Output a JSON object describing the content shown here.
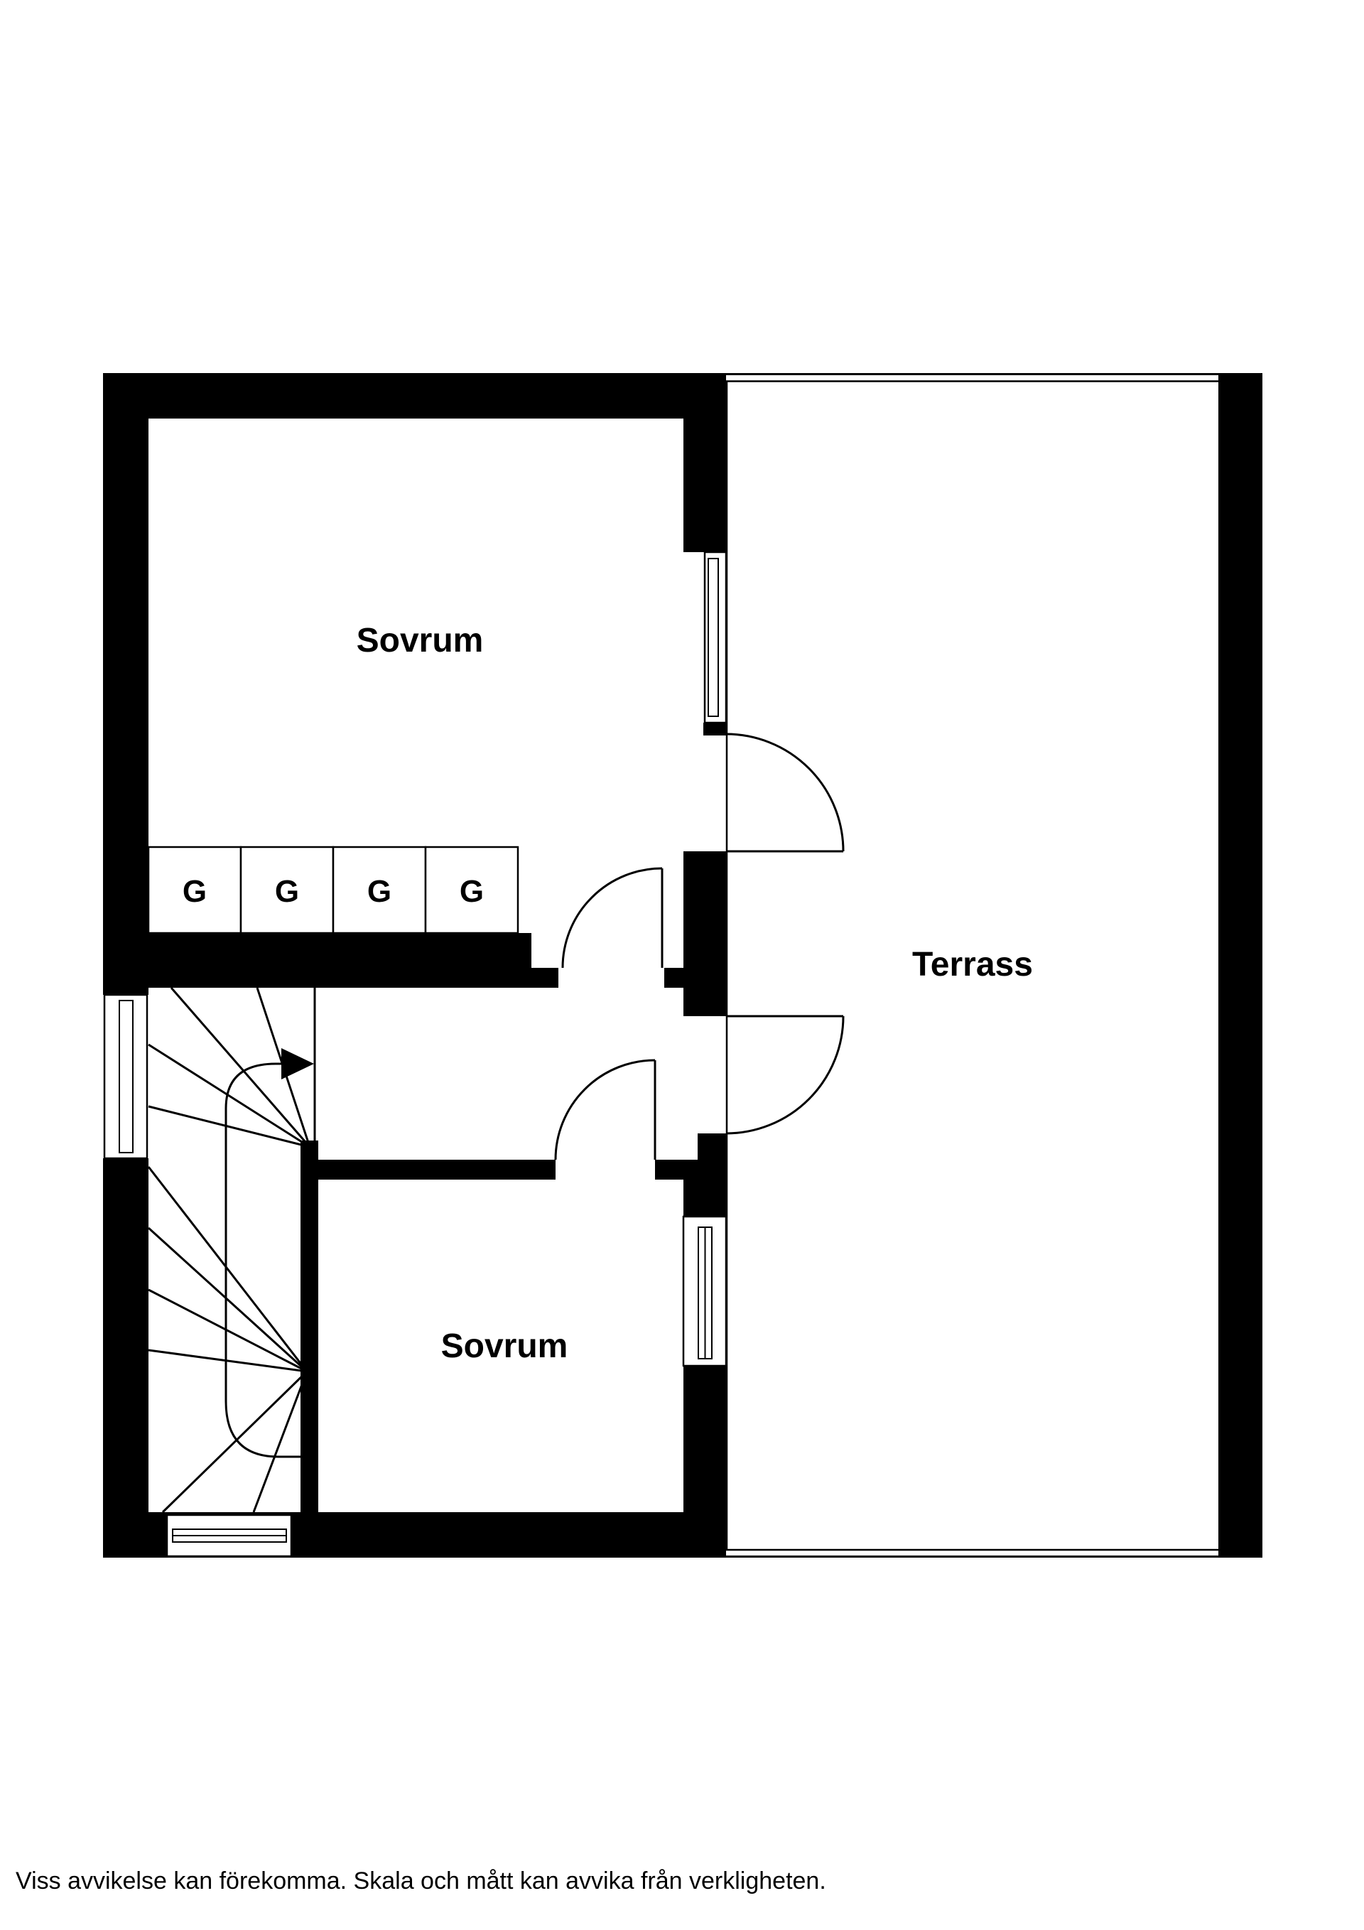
{
  "floor_plan": {
    "colors": {
      "wall": "#000000",
      "floor": "#ffffff",
      "line": "#000000"
    },
    "rooms": {
      "bedroom_top": {
        "label": "Sovrum"
      },
      "bedroom_bottom": {
        "label": "Sovrum"
      },
      "terrace": {
        "label": "Terrass"
      }
    },
    "wardrobes": {
      "units": [
        "G",
        "G",
        "G",
        "G"
      ]
    },
    "disclaimer": "Viss avvikelse kan förekomma. Skala och mått kan avvika från verkligheten."
  }
}
